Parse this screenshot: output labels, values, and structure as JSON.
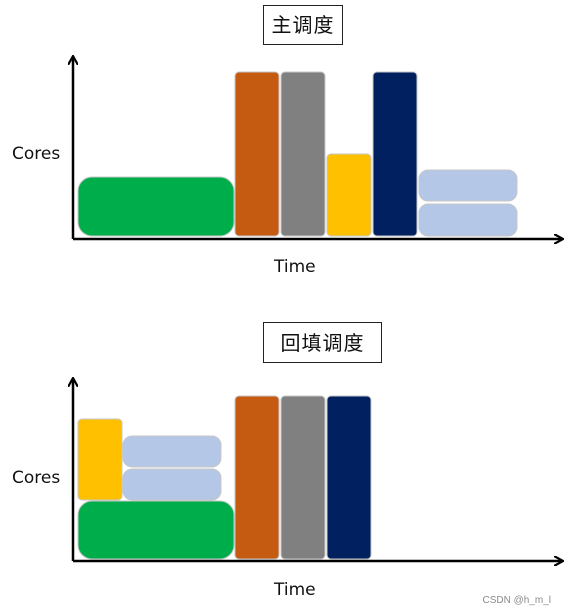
{
  "panels": {
    "main": {
      "title": "主调度",
      "ylabel": "Cores",
      "xlabel": "Time"
    },
    "backfill": {
      "title": "回填调度",
      "ylabel": "Cores",
      "xlabel": "Time"
    }
  },
  "watermark": "CSDN @h_m_l",
  "colors": {
    "green": "#00ad4b",
    "orange": "#c55a11",
    "gray": "#808080",
    "yellow": "#ffc000",
    "navy": "#002060",
    "light_blue": "#b4c7e7",
    "axis": "#000000"
  },
  "jobs": {
    "main": [
      "green",
      "orange",
      "gray",
      "yellow",
      "navy",
      "light_blue",
      "light_blue"
    ],
    "backfill": [
      "green",
      "yellow",
      "light_blue",
      "light_blue",
      "orange",
      "gray",
      "navy"
    ]
  }
}
